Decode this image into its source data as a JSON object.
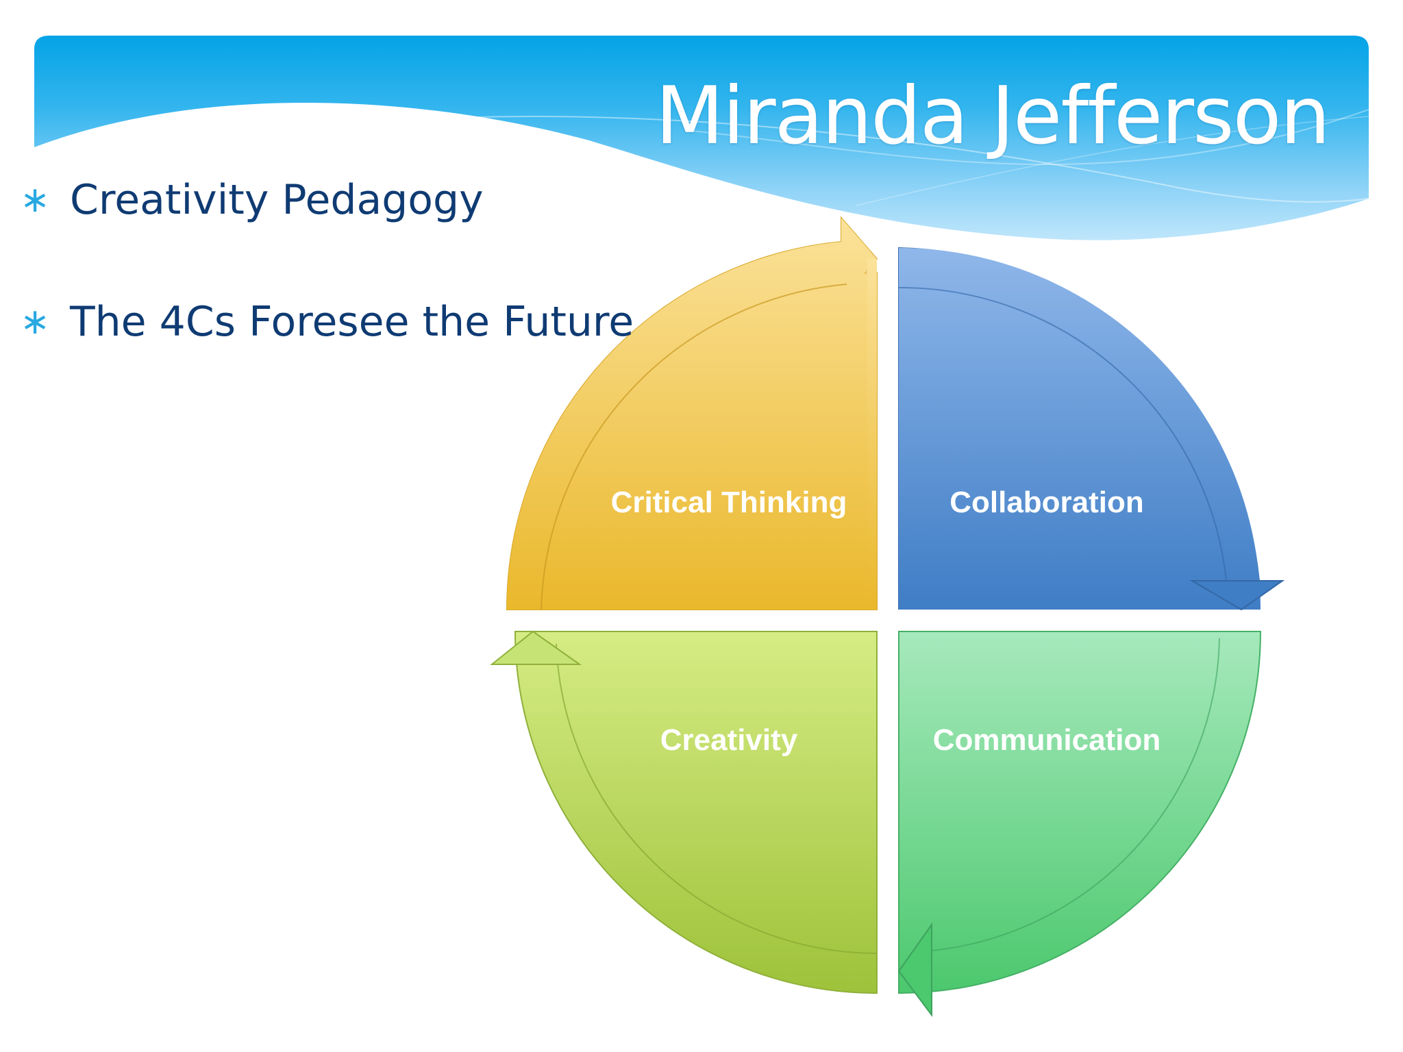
{
  "slide": {
    "title": "Miranda Jefferson",
    "bullets": [
      "Creativity Pedagogy",
      "The 4Cs Foresee the Future"
    ]
  },
  "diagram": {
    "segments": [
      {
        "label": "Critical Thinking",
        "color": "#F2C13D"
      },
      {
        "label": "Collaboration",
        "color": "#4A86CC"
      },
      {
        "label": "Creativity",
        "color": "#A8CC4A"
      },
      {
        "label": "Communication",
        "color": "#5CCF7E"
      }
    ]
  },
  "colors": {
    "header_blue": "#0AA3E6",
    "title_text": "#FFFFFF",
    "bullet_text": "#0F3B73",
    "bullet_marker": "#29A9E1"
  },
  "icons": {
    "bullet_marker": "asterisk-icon"
  }
}
